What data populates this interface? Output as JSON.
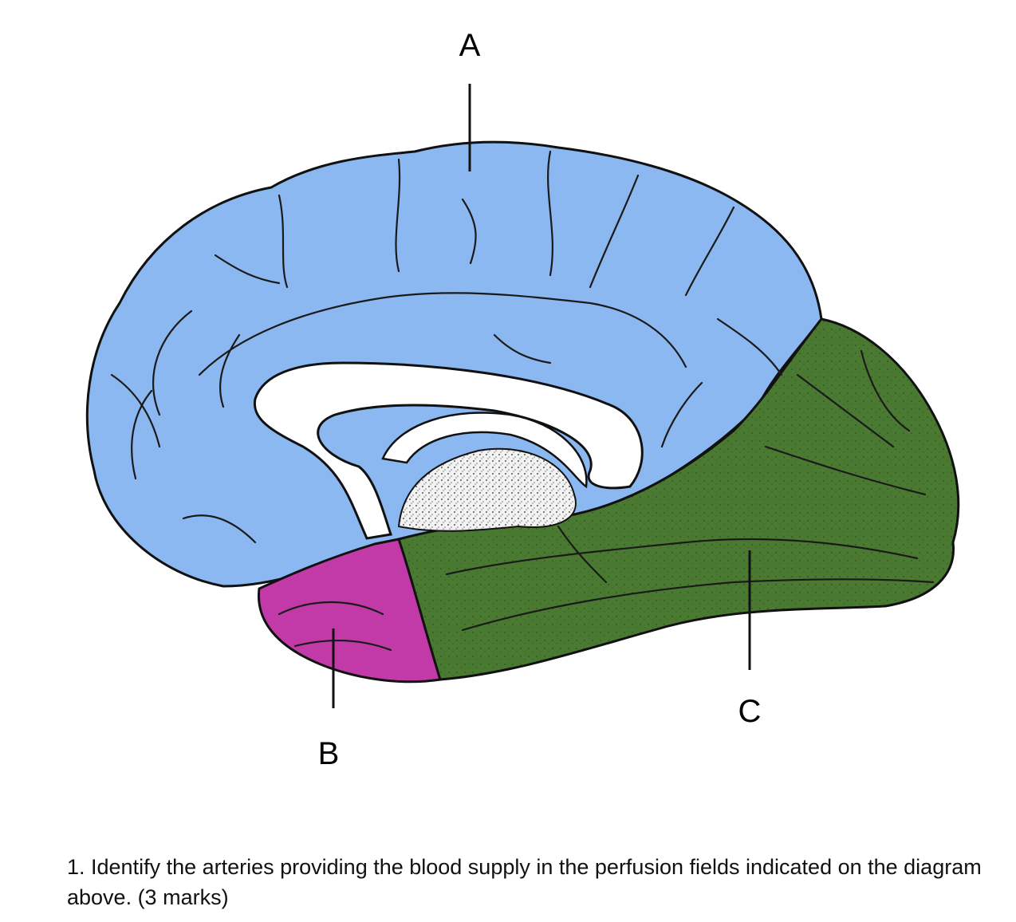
{
  "diagram": {
    "labels": {
      "a": "A",
      "b": "B",
      "c": "C"
    },
    "colors": {
      "field_a": "#8bb8f0",
      "field_b": "#c23aa8",
      "field_c": "#4a7a32",
      "outline": "#111111",
      "white_matter": "#ffffff",
      "thalamus_stipple": "#d9d9d9"
    }
  },
  "question": {
    "text": "1. Identify the arteries providing the blood supply in the perfusion fields indicated on the diagram above. (3 marks)"
  }
}
